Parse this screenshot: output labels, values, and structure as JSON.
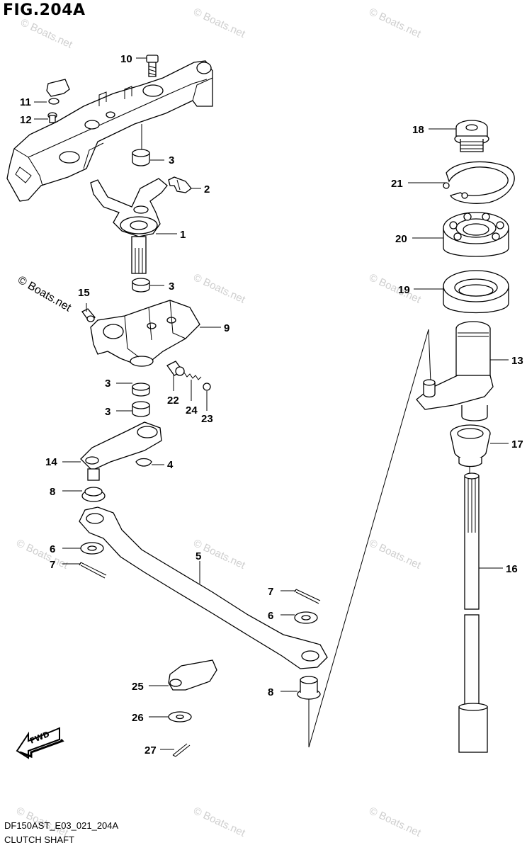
{
  "figure": {
    "title": "FIG.204A",
    "model_code": "DF150AST_E03_021_204A",
    "name": "CLUTCH SHAFT",
    "direction_arrow": "FWD"
  },
  "watermark": "© Boats.net",
  "callouts": [
    {
      "id": "c1",
      "label": "1"
    },
    {
      "id": "c2",
      "label": "2"
    },
    {
      "id": "c3a",
      "label": "3"
    },
    {
      "id": "c3b",
      "label": "3"
    },
    {
      "id": "c3c",
      "label": "3"
    },
    {
      "id": "c3d",
      "label": "3"
    },
    {
      "id": "c4",
      "label": "4"
    },
    {
      "id": "c5",
      "label": "5"
    },
    {
      "id": "c6a",
      "label": "6"
    },
    {
      "id": "c6b",
      "label": "6"
    },
    {
      "id": "c7a",
      "label": "7"
    },
    {
      "id": "c7b",
      "label": "7"
    },
    {
      "id": "c8a",
      "label": "8"
    },
    {
      "id": "c8b",
      "label": "8"
    },
    {
      "id": "c9",
      "label": "9"
    },
    {
      "id": "c10",
      "label": "10"
    },
    {
      "id": "c11",
      "label": "11"
    },
    {
      "id": "c12",
      "label": "12"
    },
    {
      "id": "c13",
      "label": "13"
    },
    {
      "id": "c14",
      "label": "14"
    },
    {
      "id": "c15",
      "label": "15"
    },
    {
      "id": "c16",
      "label": "16"
    },
    {
      "id": "c17",
      "label": "17"
    },
    {
      "id": "c18",
      "label": "18"
    },
    {
      "id": "c19",
      "label": "19"
    },
    {
      "id": "c20",
      "label": "20"
    },
    {
      "id": "c21",
      "label": "21"
    },
    {
      "id": "c22",
      "label": "22"
    },
    {
      "id": "c23",
      "label": "23"
    },
    {
      "id": "c24",
      "label": "24"
    },
    {
      "id": "c25",
      "label": "25"
    },
    {
      "id": "c26",
      "label": "26"
    },
    {
      "id": "c27",
      "label": "27"
    }
  ],
  "colors": {
    "line": "#000000",
    "watermark": "#cfcfcf",
    "background": "#ffffff"
  }
}
